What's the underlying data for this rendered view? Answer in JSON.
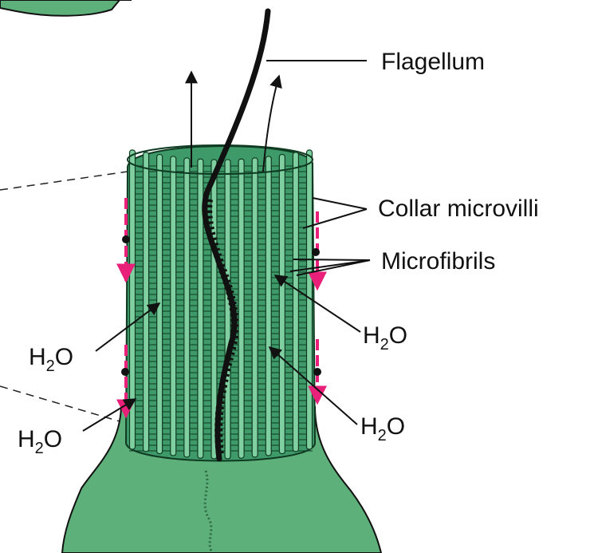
{
  "labels": {
    "flagellum": "Flagellum",
    "collar_microvilli": "Collar microvilli",
    "microfibrils": "Microfibrils",
    "water_left_upper": {
      "base": "H",
      "sub": "2",
      "rest": "O"
    },
    "water_left_lower": {
      "base": "H",
      "sub": "2",
      "rest": "O"
    },
    "water_right_upper": {
      "base": "H",
      "sub": "2",
      "rest": "O"
    },
    "water_right_lower": {
      "base": "H",
      "sub": "2",
      "rest": "O"
    }
  },
  "colors": {
    "cell_body": "#5db07a",
    "collar_fill": "#3f9a69",
    "microvilli": "#7fcfa0",
    "microvilli_stroke": "#0f3a22",
    "flow_arrow": "#e8207a",
    "ink": "#111111"
  }
}
